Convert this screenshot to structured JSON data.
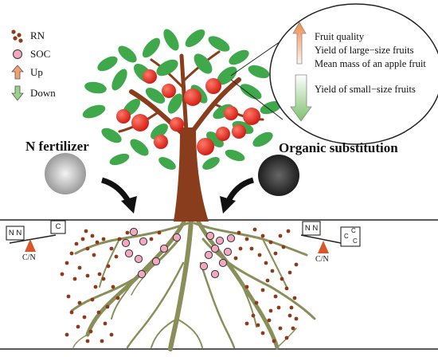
{
  "legend": {
    "rn_label": "RN",
    "soc_label": "SOC",
    "up_label": "Up",
    "down_label": "Down"
  },
  "labels": {
    "n_fertilizer": "N fertilizer",
    "organic_substitution": "Organic substitution"
  },
  "callout": {
    "up_items": [
      "Fruit quality",
      "Yield of large−size fruits",
      "Mean mass of an apple fruit"
    ],
    "down_items": [
      "Yield of small−size fruits"
    ]
  },
  "left_scale": {
    "box_left": "N N",
    "box_right": "C",
    "fulcrum": "C/N"
  },
  "right_scale": {
    "box_left": "N N",
    "box_right_top": "C",
    "box_right_mid": "C",
    "box_right_bot": "C",
    "fulcrum": "C/N"
  },
  "colors": {
    "rn": "#8b3a1a",
    "soc": "#f4a7c0",
    "root": "#8a8f5a",
    "trunk": "#8a3d1c",
    "leaf": "#3ea84a",
    "apple": "#e0231d",
    "up_arrow": "#f0a070",
    "down_arrow": "#9ad08a",
    "fulcrum": "#d9562a"
  },
  "icons": [
    "rn-dots-icon",
    "soc-circle-icon",
    "up-arrow-icon",
    "down-arrow-icon"
  ]
}
